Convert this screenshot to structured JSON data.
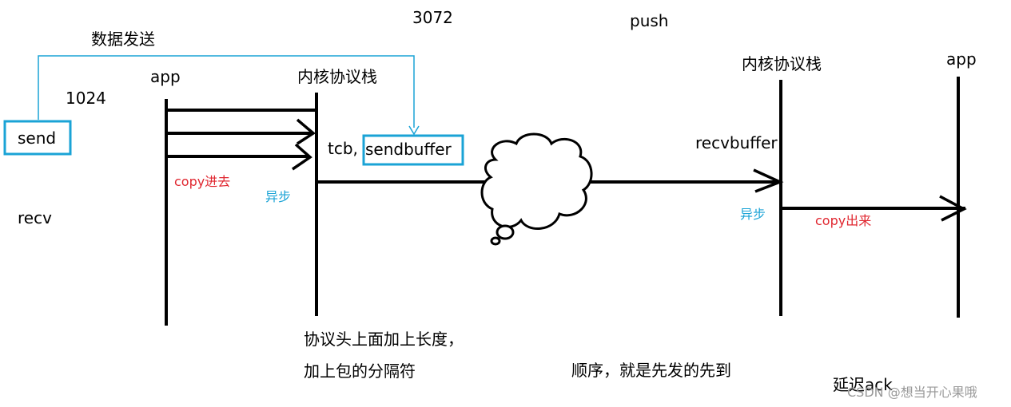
{
  "labels": {
    "data_send": "数据发送",
    "size_1024": "1024",
    "size_3072": "3072",
    "push": "push",
    "app_left": "app",
    "kernel_left": "内核协议栈",
    "kernel_right": "内核协议栈",
    "app_right": "app",
    "send": "send",
    "recv": "recv",
    "tcb": "tcb,",
    "sendbuffer": "sendbuffer",
    "recvbuffer": "recvbuffer",
    "copy_in": "copy进去",
    "async_left": "异步",
    "async_right": "异步",
    "copy_out": "copy出来",
    "note_header_1": "协议头上面加上长度，",
    "note_header_2": "加上包的分隔符",
    "note_order": "顺序，就是先发的先到",
    "delayed_ack": "延迟ack",
    "watermark": "CSDN @想当开心果哦"
  },
  "colors": {
    "line": "#000000",
    "highlight_box": "#1aa3d6",
    "annotation_red": "#e0262f",
    "annotation_cyan": "#1aa3d6"
  }
}
